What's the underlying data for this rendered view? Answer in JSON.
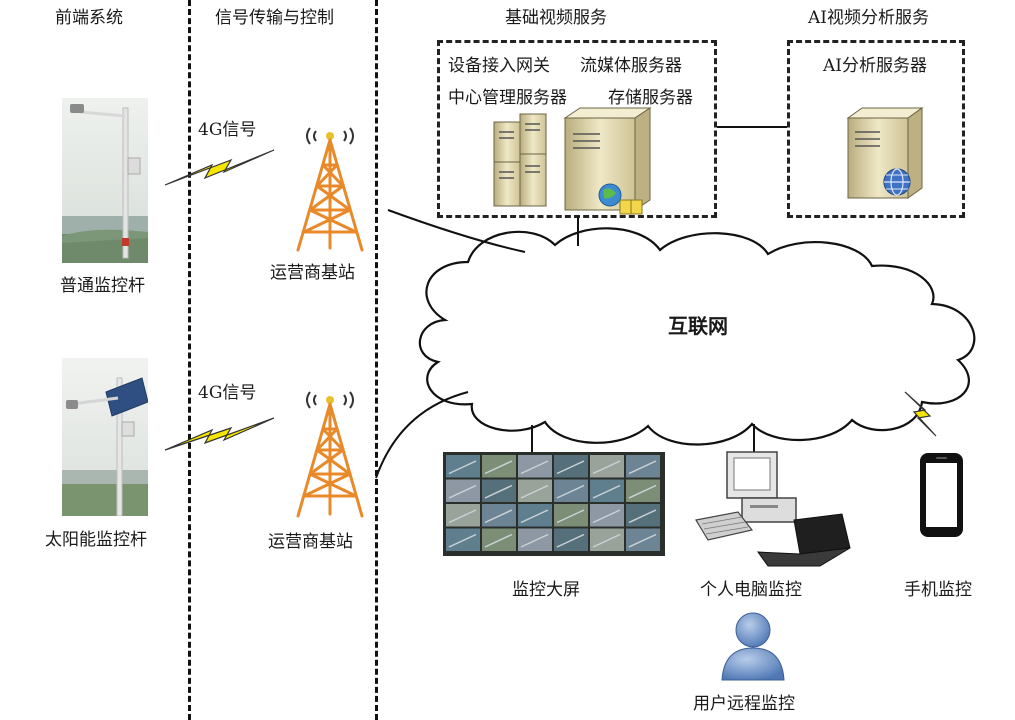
{
  "columns": {
    "frontend": "前端系统",
    "transmission": "信号传输与控制",
    "video_service": "基础视频服务",
    "ai_service": "AI视频分析服务"
  },
  "frontend": {
    "pole1_label": "普通监控杆",
    "pole2_label": "太阳能监控杆"
  },
  "transmission": {
    "signal1": "4G信号",
    "signal2": "4G信号",
    "tower1_label": "运营商基站",
    "tower2_label": "运营商基站"
  },
  "video_service": {
    "gateway": "设备接入网关",
    "streaming": "流媒体服务器",
    "management": "中心管理服务器",
    "storage": "存储服务器"
  },
  "ai_service": {
    "server": "AI分析服务器"
  },
  "network": {
    "label": "互联网"
  },
  "clients": {
    "big_screen": "监控大屏",
    "pc": "个人电脑监控",
    "mobile": "手机监控",
    "remote_user": "用户远程监控"
  },
  "colors": {
    "tower": "#e8892a",
    "lightning": "#f5e600",
    "server": "#e8dfb5",
    "user": "#6f93c8"
  }
}
